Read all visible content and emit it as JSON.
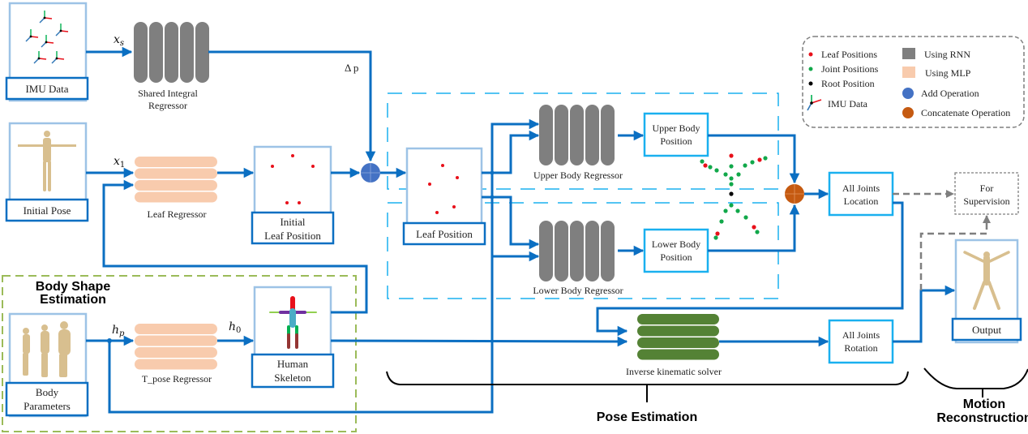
{
  "nodes": {
    "imu_data": "IMU Data",
    "initial_pose": "Initial Pose",
    "shared_regressor": [
      "Shared Integral",
      "Regressor"
    ],
    "leaf_regressor": "Leaf Regressor",
    "initial_leaf_position": [
      "Initial",
      "Leaf Position"
    ],
    "leaf_position": "Leaf Position",
    "upper_body_regressor": "Upper Body Regressor",
    "lower_body_regressor": "Lower Body Regressor",
    "upper_body_position": [
      "Upper Body",
      "Position"
    ],
    "lower_body_position": [
      "Lower Body",
      "Position"
    ],
    "all_joints_location": [
      "All Joints",
      "Location"
    ],
    "for_supervision": [
      "For",
      "Supervision"
    ],
    "output": "Output",
    "body_parameters": [
      "Body",
      "Parameters"
    ],
    "t_pose_regressor": "T_pose Regressor",
    "human_skeleton": [
      "Human",
      "Skeleton"
    ],
    "ik_solver": "Inverse  kinematic solver",
    "all_joints_rotation": [
      "All Joints",
      "Rotation"
    ]
  },
  "symbols": {
    "xs": "x",
    "xs_sub": "s",
    "x1": "x",
    "x1_sub": "1",
    "hp": "h",
    "hp_sub": "p",
    "h0": "h",
    "h0_sub": "0",
    "delta_p": "Δ p"
  },
  "groups": {
    "body_shape": [
      "Body Shape",
      "Estimation"
    ],
    "pose_estimation": "Pose Estimation",
    "motion_reconstruction": [
      "Motion",
      "Reconstruction"
    ]
  },
  "legend": {
    "items": [
      {
        "label": "Leaf Positions",
        "icon": "red-dot",
        "color": "#e8101a"
      },
      {
        "label": "Joint Positions",
        "icon": "green-dot",
        "color": "#11a84a"
      },
      {
        "label": "Root Position",
        "icon": "black-dot",
        "color": "#000000"
      },
      {
        "label": "IMU Data",
        "icon": "imu-axes"
      },
      {
        "label": "Using RNN",
        "icon": "gray-square",
        "color": "#7f7f7f"
      },
      {
        "label": "Using MLP",
        "icon": "peach-square",
        "color": "#f8cbad"
      },
      {
        "label": "Add Operation",
        "icon": "blue-circle",
        "color": "#4472c4"
      },
      {
        "label": "Concatenate Operation",
        "icon": "orange-circle",
        "color": "#c55a11"
      }
    ]
  },
  "colors": {
    "arrow": "#0b6fc2",
    "cyan_box": "#1ab0ef",
    "light_box": "#9dc3e6",
    "rnn": "#7f7f7f",
    "mlp": "#f8cbad",
    "ik": "#548235",
    "add": "#4472c4",
    "concat": "#c55a11",
    "shape_group": "#9bbb59",
    "supervision": "#7f7f7f"
  }
}
